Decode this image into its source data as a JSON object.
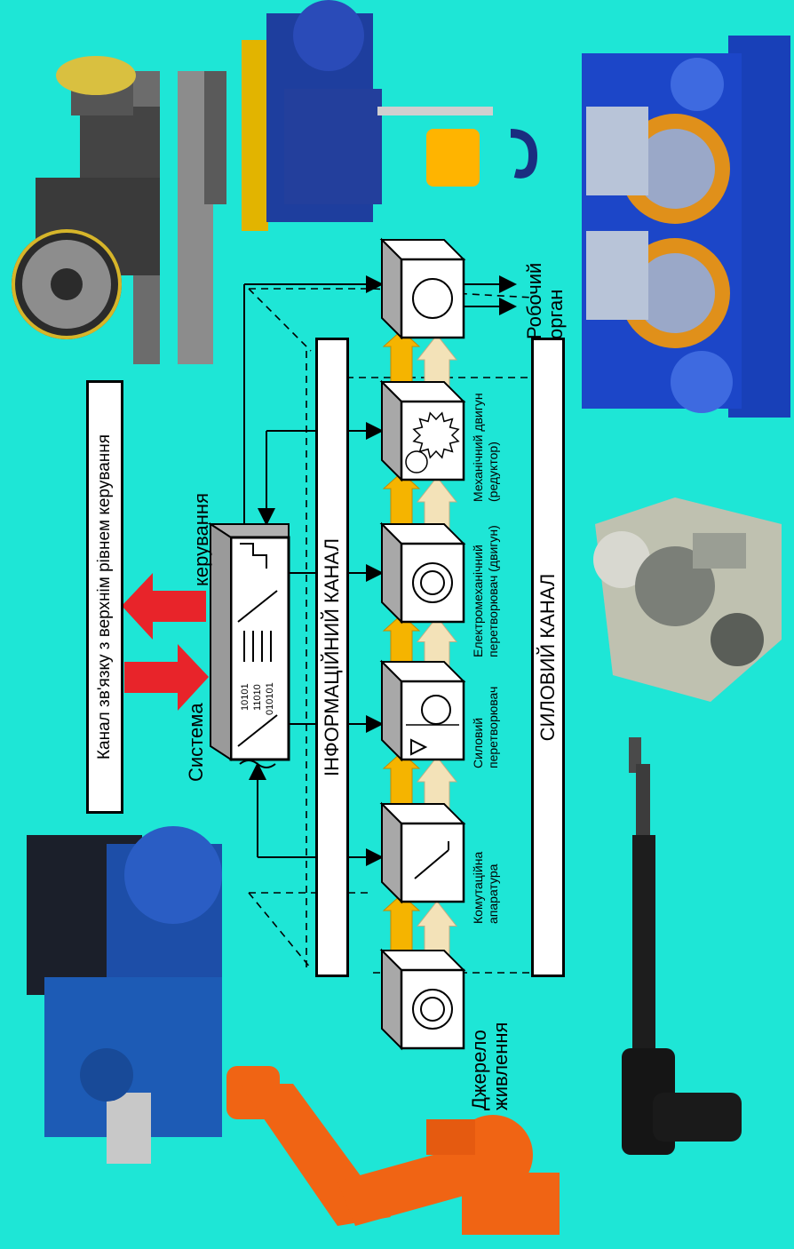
{
  "diagram": {
    "top_link_label": "Канал зв'язку з верхнім рівнем керування",
    "control_system_label_1": "Система",
    "control_system_label_2": "керування",
    "info_channel_label": "ІНФОРМАЦІЙНИЙ КАНАЛ",
    "power_channel_label": "СИЛОВИЙ КАНАЛ",
    "binary_lines": [
      "10101",
      "11010",
      "010101"
    ],
    "blocks": [
      {
        "id": "source",
        "label": "Джерело живлення",
        "symbol": "circle"
      },
      {
        "id": "switch",
        "label": "Комутаційна апаратура",
        "symbol": "switch"
      },
      {
        "id": "converter",
        "label": "Силовий перетворювач",
        "symbol": "converter"
      },
      {
        "id": "motor",
        "label": "Електромеханічний перетворювач (двигун)",
        "symbol": "circle"
      },
      {
        "id": "gear",
        "label": "Механічний двигун (редуктор)",
        "symbol": "gear"
      },
      {
        "id": "work",
        "label": "Робочий орган",
        "symbol": "circle"
      }
    ]
  },
  "photos": [
    {
      "name": "elevator-drive-photo",
      "subject": "lift traction machine"
    },
    {
      "name": "hoist-photo",
      "subject": "electric wire rope hoist"
    },
    {
      "name": "compressor-photo",
      "subject": "piston compressor unit"
    },
    {
      "name": "motor-gearbox-photo",
      "subject": "blue geared motor"
    },
    {
      "name": "cutaway-gearbox-photo",
      "subject": "gear reducer cutaway"
    },
    {
      "name": "robot-arm-photo",
      "subject": "orange industrial robot arm"
    },
    {
      "name": "linear-actuator-photo",
      "subject": "black linear actuator"
    }
  ],
  "colors": {
    "background": "#1ee6d6",
    "power_arrow": "#f5b400",
    "info_arrow": "#f3e2b8",
    "link_arrow": "#e8242a",
    "block_side": "#a8a8a8"
  }
}
